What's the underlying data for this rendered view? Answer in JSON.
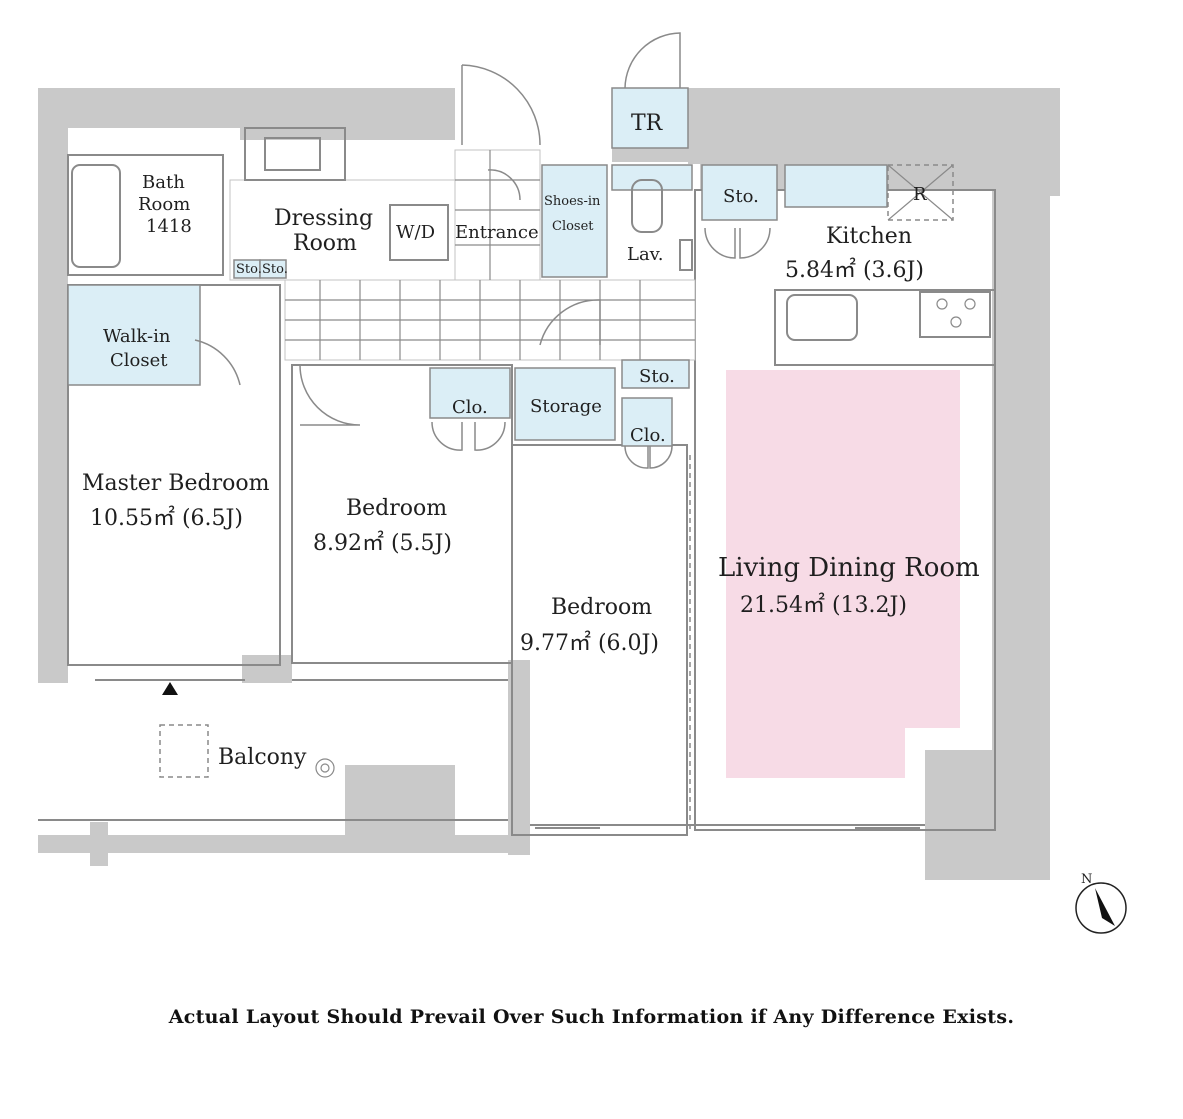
{
  "rooms": {
    "bath_name": "Bath",
    "bath_name2": "Room",
    "bath_code": "1418",
    "bath_sto1": "Sto.",
    "bath_sto2": "Sto.",
    "dressing_name": "Dressing",
    "dressing_name2": "Room",
    "wd": "W/D",
    "entrance": "Entrance",
    "shoes_name": "Shoes-in",
    "shoes_name2": "Closet",
    "tr": "TR",
    "lav": "Lav.",
    "kitchen_sto": "Sto.",
    "fridge": "R",
    "kitchen_name": "Kitchen",
    "kitchen_area": "5.84㎡ (3.6J)",
    "wic_name": "Walk-in",
    "wic_name2": "Closet",
    "master_name": "Master Bedroom",
    "master_area": "10.55㎡ (6.5J)",
    "bed2_name": "Bedroom",
    "bed2_area": "8.92㎡ (5.5J)",
    "bed2_clo": "Clo.",
    "storage": "Storage",
    "hall_sto": "Sto.",
    "bed3_clo": "Clo.",
    "bed3_name": "Bedroom",
    "bed3_area": "9.77㎡ (6.0J)",
    "ldk_name": "Living Dining Room",
    "ldk_area": "21.54㎡ (13.2J)",
    "balcony": "Balcony"
  },
  "compass": {
    "label": "N"
  },
  "footer": {
    "disclaimer": "Actual Layout Should Prevail Over Such Information if Any Difference Exists."
  },
  "colors": {
    "wall": "#c9c9c9",
    "closet": "#dbeef6",
    "living": "#f7dbe6"
  }
}
